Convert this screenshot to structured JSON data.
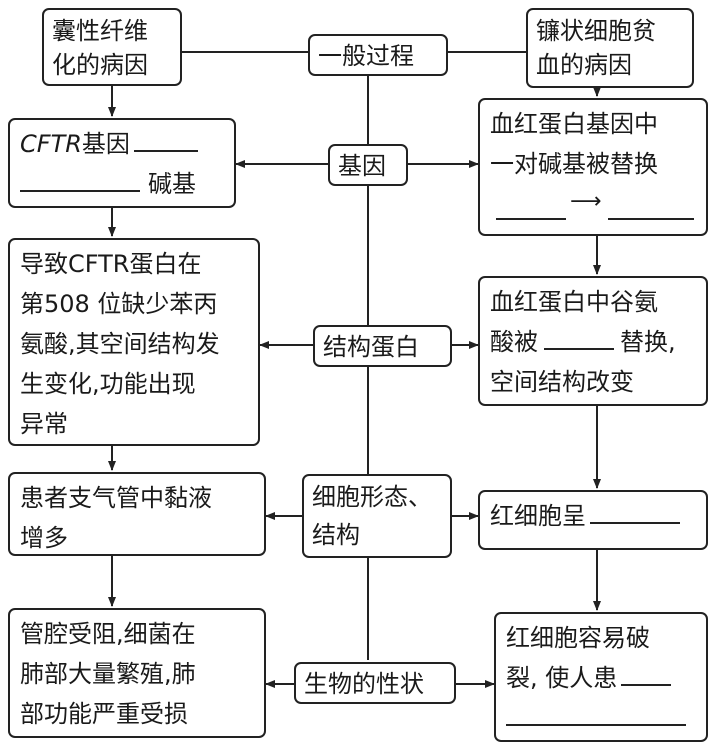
{
  "left_title": [
    "囊性纤维",
    "化的病因"
  ],
  "right_title": [
    "镰状细胞贫",
    "血的病因"
  ],
  "center": {
    "process": "一般过程",
    "gene": "基因",
    "protein": "结构蛋白",
    "cell": [
      "细胞形态、",
      "结构"
    ],
    "trait": "生物的性状"
  },
  "left": {
    "gene_italic": "CFTR",
    "gene_text": "基因",
    "gene_tail": "碱基",
    "protein_l1": "导致CFTR蛋白在",
    "protein_l2": "第508 位缺少苯丙",
    "protein_l3": "氨酸,其空间结构发",
    "protein_l4": "生变化,功能出现",
    "protein_l5": "异常",
    "cell_l1": "患者支气管中黏液",
    "cell_l2": "增多",
    "trait_l1": "管腔受阻,细菌在",
    "trait_l2": "肺部大量繁殖,肺",
    "trait_l3": "部功能严重受损"
  },
  "right": {
    "gene_l1": "血红蛋白基因中",
    "gene_l2": "一对碱基被替换",
    "protein_l1": "血红蛋白中谷氨",
    "protein_l2a": "酸被",
    "protein_l2b": "替换,",
    "protein_l3": "空间结构改变",
    "cell_l1": "红细胞呈",
    "trait_l1": "红细胞容易破",
    "trait_l2": "裂, 使人患"
  }
}
